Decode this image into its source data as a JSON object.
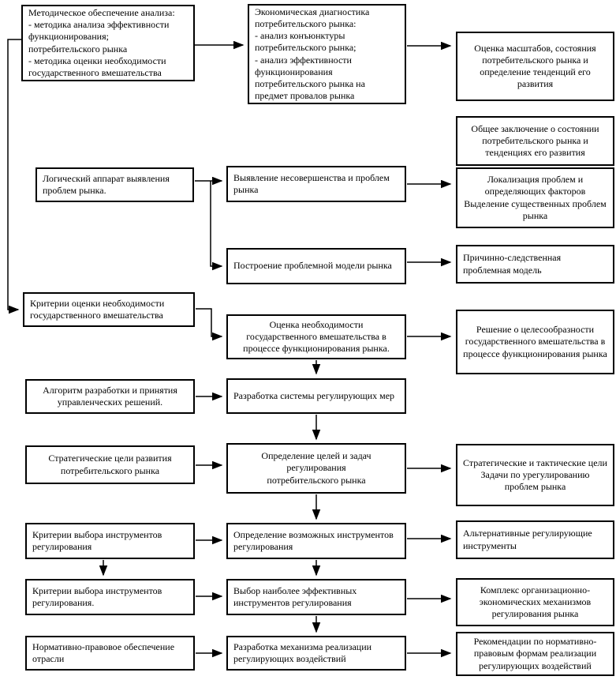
{
  "diagram": {
    "kind": "flowchart",
    "language": "ru",
    "colors": {
      "line": "#000000",
      "box_border": "#000000",
      "box_fill": "#ffffff",
      "text": "#000000"
    }
  },
  "boxes": {
    "l1": {
      "text": "Методическое обеспечение анализа:\n- методика анализа эффективности функционирования;\nпотребительского рынка\n- методика оценки необходимости государственного вмешательства"
    },
    "m1": {
      "text": "Экономическая диагностика потребительского рынка:\n- анализ конъюнктуры потребительского рынка;\n- анализ эффективности функционирования потребительского рынка на предмет провалов рынка"
    },
    "r1": {
      "text": "Оценка масштабов, состояния потребительского рынка и определение тенденций его развития"
    },
    "r2": {
      "text": "Общее заключение о состоянии потребительского рынка и тенденциях его развития"
    },
    "l2": {
      "text": "Логический аппарат выявления проблем рынка."
    },
    "m2": {
      "text": "Выявление несовершенства и проблем рынка"
    },
    "r3": {
      "text": "Локализация проблем и определяющих факторов\nВыделение существенных проблем рынка"
    },
    "m3": {
      "text": "Построение проблемной модели рынка"
    },
    "r4": {
      "text": "Причинно-следственная проблемная модель"
    },
    "l3": {
      "text": "Критерии оценки  необходимости государственного вмешательства"
    },
    "m4": {
      "text": "Оценка необходимости государственного вмешательства в процессе функционирования рынка."
    },
    "r5": {
      "text": "Решение о целесообразности государственного вмешательства в процессе функционирования рынка"
    },
    "l4": {
      "text": "Алгоритм разработки и принятия управленческих решений."
    },
    "m5": {
      "text": "Разработка системы регулирующих мер"
    },
    "l5": {
      "text": "Стратегические цели развития потребительского рынка"
    },
    "m6": {
      "text": "Определение целей и задач\nрегулирования\nпотребительского рынка"
    },
    "r6": {
      "text": "Стратегические и тактические цели\nЗадачи по урегулированию проблем рынка"
    },
    "l6": {
      "text": "Критерии выбора инструментов регулирования"
    },
    "m7": {
      "text": "Определение возможных инструментов регулирования"
    },
    "r7": {
      "text": "Альтернативные регулирующие инструменты"
    },
    "l7": {
      "text": "Критерии выбора инструментов регулирования."
    },
    "m8": {
      "text": "Выбор наиболее эффективных инструментов регулирования"
    },
    "r8": {
      "text": "Комплекс организационно-\nэкономических механизмов\nрегулирования рынка"
    },
    "l8": {
      "text": "Нормативно-правовое обеспечение отрасли"
    },
    "m9": {
      "text": "Разработка механизма реализации регулирующих воздействий"
    },
    "r9": {
      "text": "Рекомендации по нормативно-\nправовым формам реализации\nрегулирующих воздействий"
    }
  }
}
